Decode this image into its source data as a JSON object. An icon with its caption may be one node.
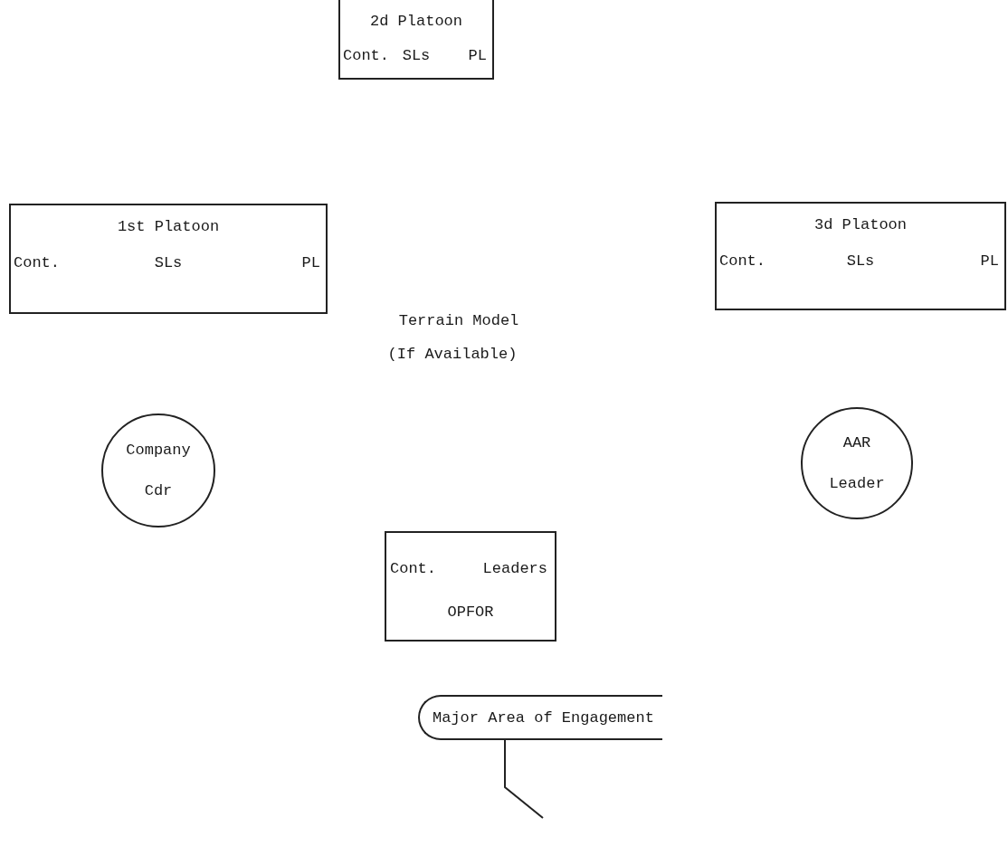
{
  "diagram": {
    "nodes": [
      {
        "text": [
          "2d Platoon",
          "Cont.",
          "SLs",
          "PL"
        ]
      },
      {
        "text": [
          "1st Platoon",
          "Cont.",
          "SLs",
          "PL"
        ]
      },
      {
        "text": [
          "3d Platoon",
          "Cont.",
          "SLs",
          "PL"
        ]
      },
      {
        "text": [
          "Company",
          "Cdr"
        ]
      },
      {
        "text": [
          "AAR",
          "Leader"
        ]
      },
      {
        "text": [
          "Cont.",
          "Leaders",
          "OPFOR"
        ]
      },
      {
        "text": [
          "Major Area of Engagement"
        ]
      }
    ],
    "edges": [
      {
        "from": null,
        "to": 6,
        "arrow": "none"
      }
    ],
    "labels": [
      "Terrain Model",
      "(If Available)"
    ]
  }
}
